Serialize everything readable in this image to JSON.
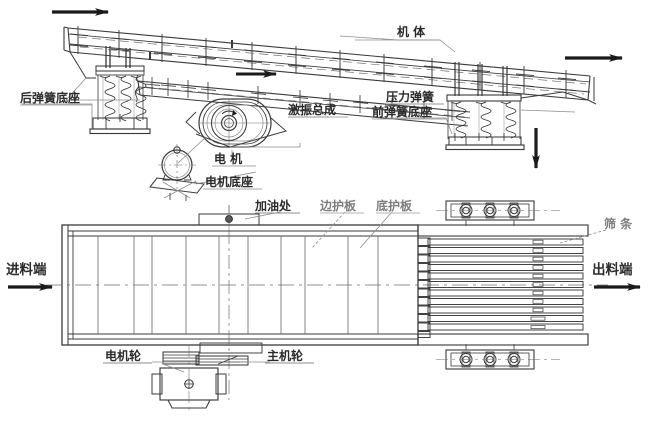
{
  "drawing": {
    "title_visible": false,
    "type": "engineering-assembly-drawing",
    "views": [
      {
        "id": "elevation",
        "name": "side-elevation-view"
      },
      {
        "id": "plan",
        "name": "top-plan-view"
      }
    ]
  },
  "colors": {
    "line": "#3a3a3a",
    "line_light": "#8c8c8c",
    "line_faint": "#b5b5b5",
    "text": "#2b2b2b",
    "text_gray": "#7d7d7d",
    "arrow": "#1a1a1a",
    "background": "#ffffff"
  },
  "labels": {
    "machine_body": "机 体",
    "rear_spring_base": "后弹簧底座",
    "exciter_assembly": "激振总成",
    "motor": "电 机",
    "motor_base": "电机底座",
    "pressure_spring": "压力弹簧",
    "front_spring_base": "前弹簧底座",
    "oiling_point": "加油处",
    "side_guard_plate": "边护板",
    "bottom_guard_plate": "底护板",
    "screen_bar": "筛 条",
    "feed_end": "进料端",
    "discharge_end": "出料端",
    "motor_pulley": "电机轮",
    "main_pulley": "主机轮"
  },
  "icons": {
    "arrow_right": "arrow-right-icon",
    "arrow_down": "arrow-down-icon"
  },
  "counts": {
    "screen_bars": 13,
    "deck_ribs": 9,
    "rear_springs": 3,
    "front_springs": 3,
    "bearing_bolts_per_block": 3,
    "bearing_blocks": 2
  }
}
